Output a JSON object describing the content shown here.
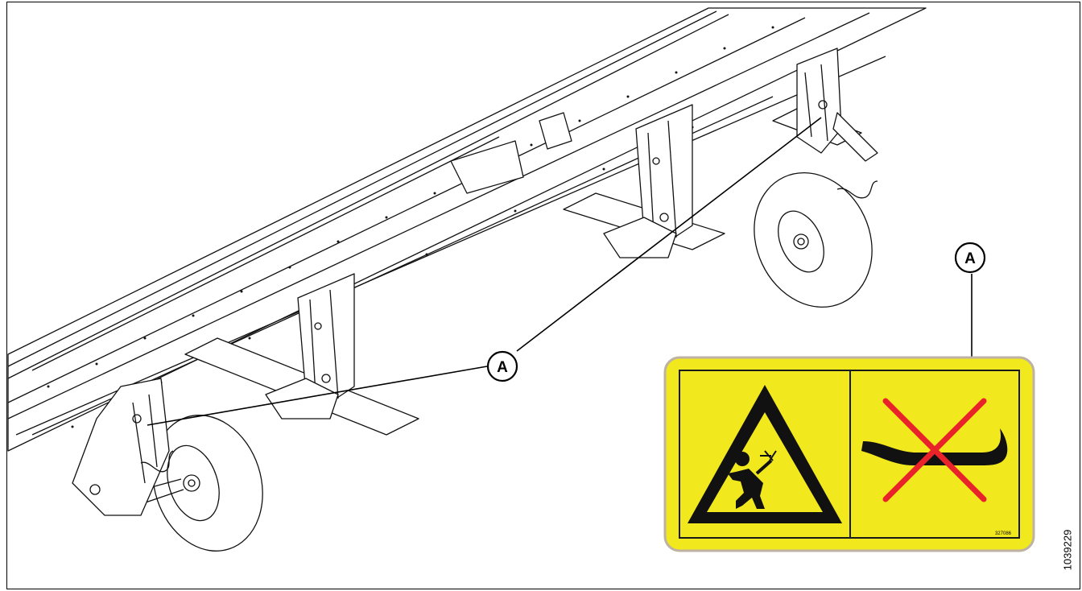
{
  "callouts": [
    {
      "label": "A"
    },
    {
      "label": "A"
    }
  ],
  "decal": {
    "part_number": "327086",
    "background_color": "#f2e81e",
    "border_color": "#1a1a1a",
    "warning_icon": "crush-hazard-triangle-icon",
    "prohibition_icon": "no-pry-bar-icon",
    "cross_color": "#e8242a"
  },
  "figure_id": "1039229"
}
